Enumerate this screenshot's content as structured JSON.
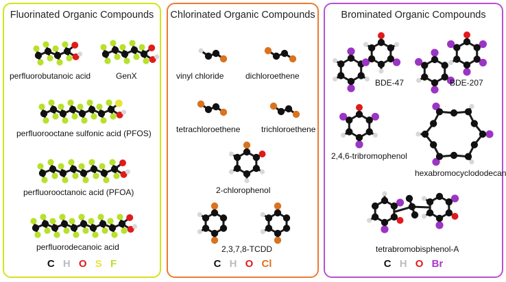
{
  "panels": {
    "fluorinated": {
      "title": "Fluorinated Organic Compounds",
      "border_color": "#d4e21c",
      "compounds": [
        "perfluorobutanoic acid",
        "GenX",
        "perfluorooctane sulfonic acid (PFOS)",
        "perfluorooctanoic acid (PFOA)",
        "perfluorodecanoic acid"
      ],
      "legend": [
        {
          "symbol": "C",
          "color": "#111111"
        },
        {
          "symbol": "H",
          "color": "#bdbdbd"
        },
        {
          "symbol": "O",
          "color": "#e01b1b"
        },
        {
          "symbol": "S",
          "color": "#e8e43a"
        },
        {
          "symbol": "F",
          "color": "#b7e12a"
        }
      ]
    },
    "chlorinated": {
      "title": "Chlorinated Organic Compounds",
      "border_color": "#ec7a2e",
      "compounds": [
        "vinyl chloride",
        "dichloroethene",
        "tetrachloroethene",
        "trichloroethene",
        "2-chlorophenol",
        "2,3,7,8-TCDD"
      ],
      "legend": [
        {
          "symbol": "C",
          "color": "#111111"
        },
        {
          "symbol": "H",
          "color": "#bdbdbd"
        },
        {
          "symbol": "O",
          "color": "#e01b1b"
        },
        {
          "symbol": "Cl",
          "color": "#e07020"
        }
      ]
    },
    "brominated": {
      "title": "Brominated Organic Compounds",
      "border_color": "#b64fd4",
      "compounds": [
        "BDE-47",
        "BDE-207",
        "2,4,6-tribromophenol",
        "hexabromocyclododecane",
        "tetrabromobisphenol-A"
      ],
      "legend": [
        {
          "symbol": "C",
          "color": "#111111"
        },
        {
          "symbol": "H",
          "color": "#bdbdbd"
        },
        {
          "symbol": "O",
          "color": "#e01b1b"
        },
        {
          "symbol": "Br",
          "color": "#a638c9"
        }
      ]
    }
  },
  "atom_colors": {
    "C": "#111111",
    "H": "#d8d8d8",
    "O": "#e01b1b",
    "S": "#e8e43a",
    "F": "#b7e12a",
    "Cl": "#d9731f",
    "Br": "#9b35c4"
  }
}
